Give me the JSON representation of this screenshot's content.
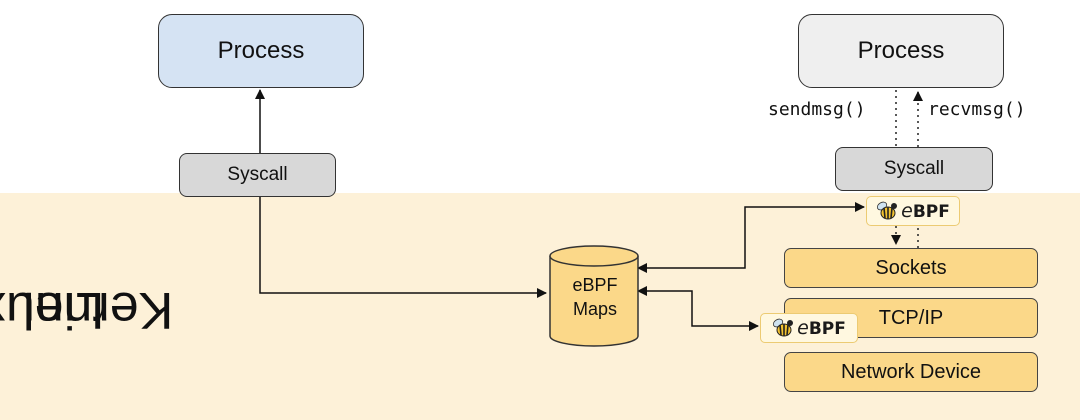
{
  "kernel": {
    "label_line1": "Linux",
    "label_line2": "Kernel",
    "background_color": "#fdf1d8"
  },
  "left": {
    "process_label": "Process",
    "syscall_label": "Syscall"
  },
  "right": {
    "process_label": "Process",
    "syscall_label": "Syscall",
    "send_call": "sendmsg()",
    "recv_call": "recvmsg()"
  },
  "maps": {
    "line1": "eBPF",
    "line2": "Maps",
    "fill_color": "#fbd889"
  },
  "stack": {
    "sockets": "Sockets",
    "tcpip": "TCP/IP",
    "network_device": "Network Device"
  },
  "ebpf_badge": {
    "prefix": "e",
    "suffix": "BPF",
    "icon": "bee-icon"
  },
  "colors": {
    "process_left": "#d5e3f3",
    "process_right": "#efefef",
    "syscall": "#d8d8d8",
    "layer": "#fbd889"
  }
}
